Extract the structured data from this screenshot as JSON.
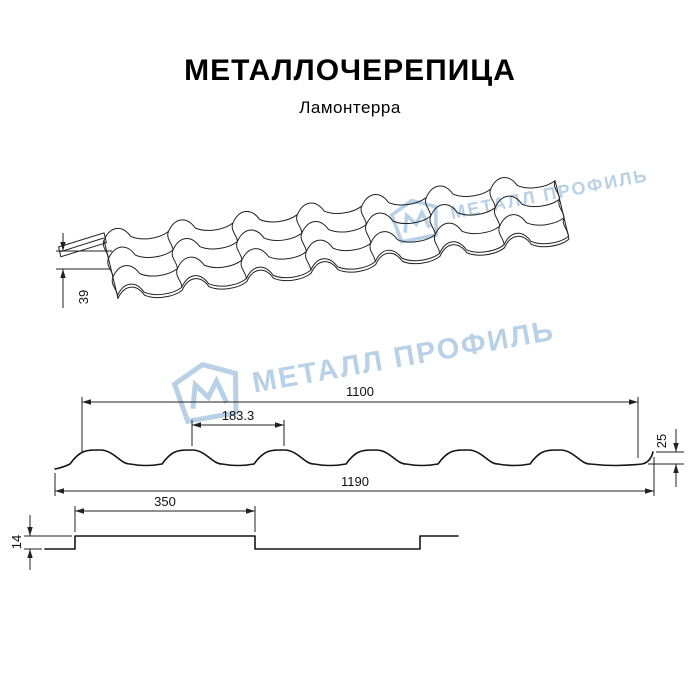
{
  "header": {
    "title": "МЕТАЛЛОЧЕРЕПИЦА",
    "subtitle": "Ламонтерра"
  },
  "watermark": {
    "text": "МЕТАЛЛ ПРОФИЛЬ",
    "color": "#b9d1e6"
  },
  "diagram": {
    "perspective": {
      "tile_height": "39"
    },
    "profile": {
      "cover_width": "1100",
      "wave_step": "183.3",
      "profile_height": "25",
      "full_width": "1190"
    },
    "section": {
      "step_width": "350",
      "step_height": "14"
    }
  },
  "colors": {
    "line": "#222222",
    "background": "#ffffff"
  }
}
